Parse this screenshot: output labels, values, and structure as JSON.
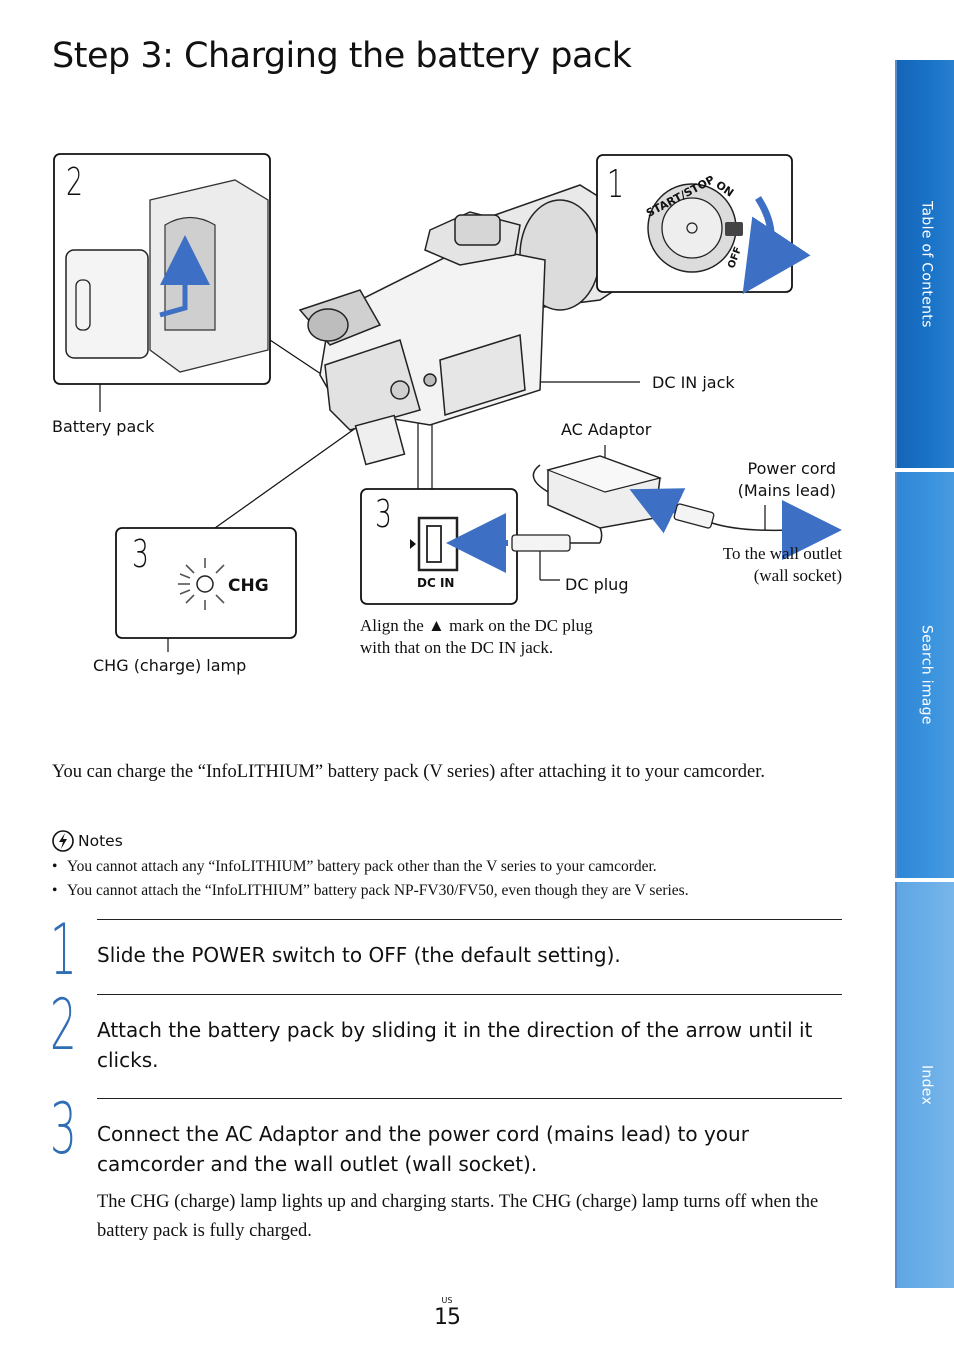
{
  "page": {
    "title": "Step 3: Charging the battery pack",
    "region_code": "US",
    "page_number": "15"
  },
  "side_tabs": [
    {
      "label": "Table of Contents"
    },
    {
      "label": "Search image"
    },
    {
      "label": "Index"
    }
  ],
  "figure": {
    "panel_numbers": [
      "2",
      "1",
      "3",
      "3"
    ],
    "dial_labels": {
      "start_stop": "START/STOP",
      "on": "ON",
      "off": "OFF"
    },
    "jack_label": "DC IN",
    "lamp_label": "CHG",
    "callouts": {
      "battery_pack": "Battery pack",
      "dc_in_jack": "DC IN jack",
      "ac_adaptor": "AC Adaptor",
      "power_cord_line1": "Power cord",
      "power_cord_line2": "(Mains lead)",
      "wall_outlet_line1": "To the wall outlet",
      "wall_outlet_line2": "(wall socket)",
      "dc_plug": "DC plug",
      "align_line1": "Align the ▲ mark on the DC plug",
      "align_line2": "with that on the DC IN jack.",
      "chg_lamp": "CHG (charge) lamp"
    }
  },
  "intro": "You can charge the “InfoLITHIUM” battery pack (V series) after attaching it to your camcorder.",
  "notes": {
    "heading": "Notes",
    "items": [
      "You cannot attach any “InfoLITHIUM” battery pack other than the V series to your camcorder.",
      "You cannot attach the “InfoLITHIUM” battery pack NP-FV30/FV50, even though they are V series."
    ]
  },
  "steps": [
    {
      "number": "1",
      "text": "Slide the POWER switch to OFF (the default setting).",
      "body": ""
    },
    {
      "number": "2",
      "text": "Attach the battery pack by sliding it in the direction of the arrow until it clicks.",
      "body": ""
    },
    {
      "number": "3",
      "text": "Connect the AC Adaptor and the power cord (mains lead) to your camcorder and the wall outlet (wall socket).",
      "body": "The CHG (charge) lamp lights up and charging starts. The CHG (charge) lamp turns off when the battery pack is fully charged."
    }
  ],
  "colors": {
    "accent": "#2f6db5",
    "arrow_blue": "#3d6fc4",
    "tab_dark": "#1a74c8",
    "tab_mid": "#3b94de",
    "tab_light": "#6db0e8"
  }
}
